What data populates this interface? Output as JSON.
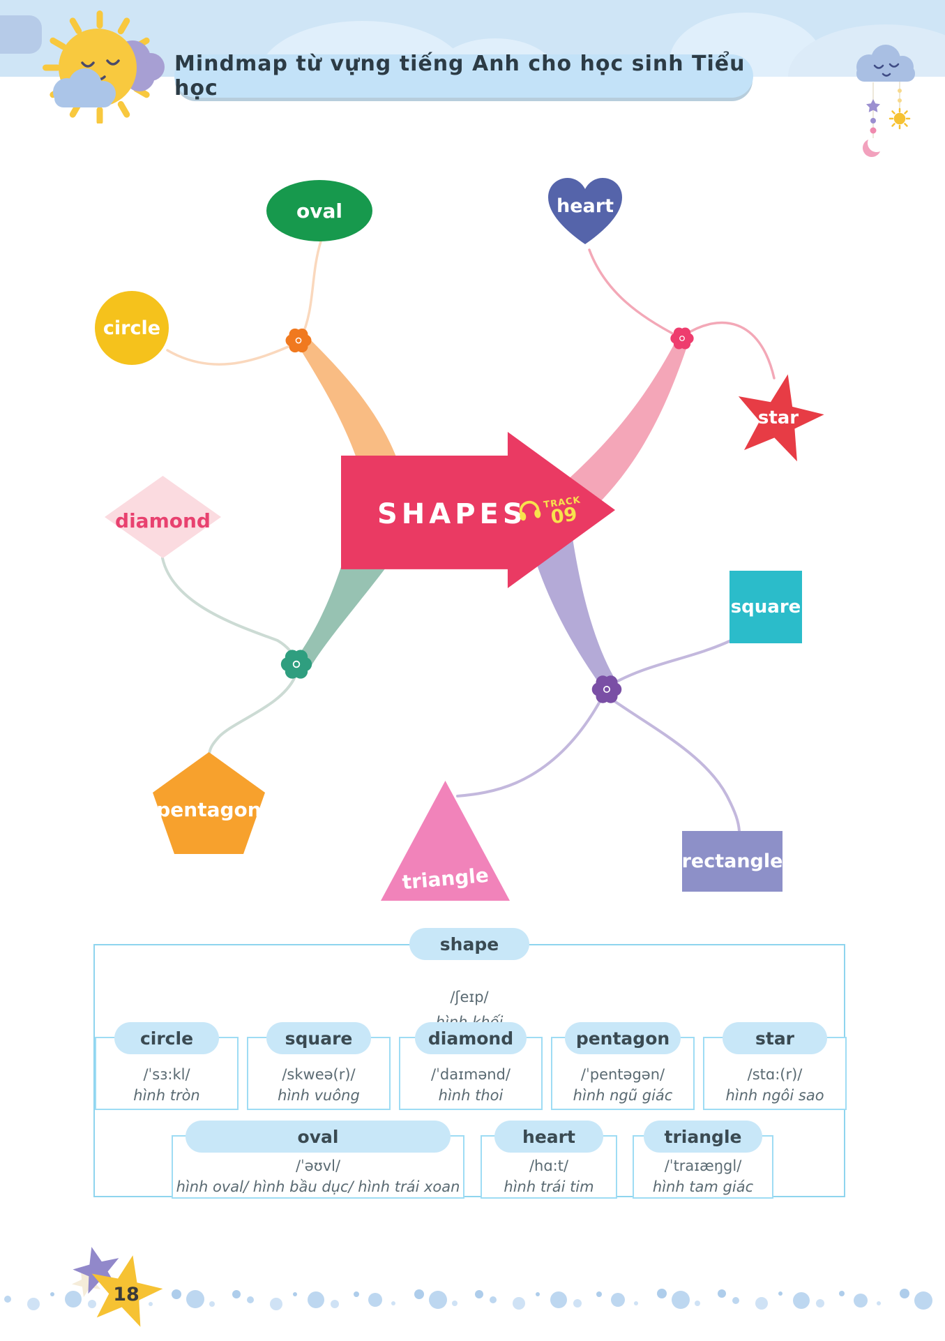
{
  "header": {
    "title": "Mindmap từ vựng tiếng Anh cho học sinh Tiểu học"
  },
  "center": {
    "label": "SHAPES",
    "track_line1": "TRACK",
    "track_line2": "09"
  },
  "nodes": {
    "oval": "oval",
    "circle": "circle",
    "heart": "heart",
    "star": "star",
    "diamond": "diamond",
    "pentagon": "pentagon",
    "square": "square",
    "rectangle": "rectangle",
    "triangle": "triangle"
  },
  "table": {
    "root": {
      "word": "shape",
      "phonetic": "/ʃeɪp/",
      "meaning": "hình khối"
    },
    "row2": [
      {
        "word": "circle",
        "phonetic": "/ˈsɜ:kl/",
        "meaning": "hình tròn"
      },
      {
        "word": "square",
        "phonetic": "/skweə(r)/",
        "meaning": "hình vuông"
      },
      {
        "word": "diamond",
        "phonetic": "/ˈdaɪmənd/",
        "meaning": "hình thoi"
      },
      {
        "word": "pentagon",
        "phonetic": "/ˈpentəgən/",
        "meaning": "hình ngũ giác"
      },
      {
        "word": "star",
        "phonetic": "/stɑ:(r)/",
        "meaning": "hình ngôi sao"
      }
    ],
    "row3": [
      {
        "word": "oval",
        "phonetic": "/ˈəʊvl/",
        "meaning": "hình oval/ hình bầu dục/ hình trái xoan"
      },
      {
        "word": "heart",
        "phonetic": "/hɑ:t/",
        "meaning": "hình trái tim"
      },
      {
        "word": "triangle",
        "phonetic": "/ˈtraɪæŋgl/",
        "meaning": "hình tam giác"
      }
    ]
  },
  "footer": {
    "page_number": "18"
  },
  "colors": {
    "arrow": "#ea3a63",
    "oval": "#17994d",
    "circle": "#f5c21c",
    "heart": "#5564aa",
    "star": "#e73c45",
    "diamond_bg": "#fbdbe0",
    "diamond_text": "#e8416f",
    "pentagon": "#f7a12d",
    "square": "#2bbcca",
    "rectangle": "#8d90c8",
    "triangle": "#f183ba",
    "track_yellow": "#f8e24d",
    "table_border": "#8ed4ee",
    "pill_bg": "#c8e7f8",
    "header_band": "#cfe5f6"
  }
}
